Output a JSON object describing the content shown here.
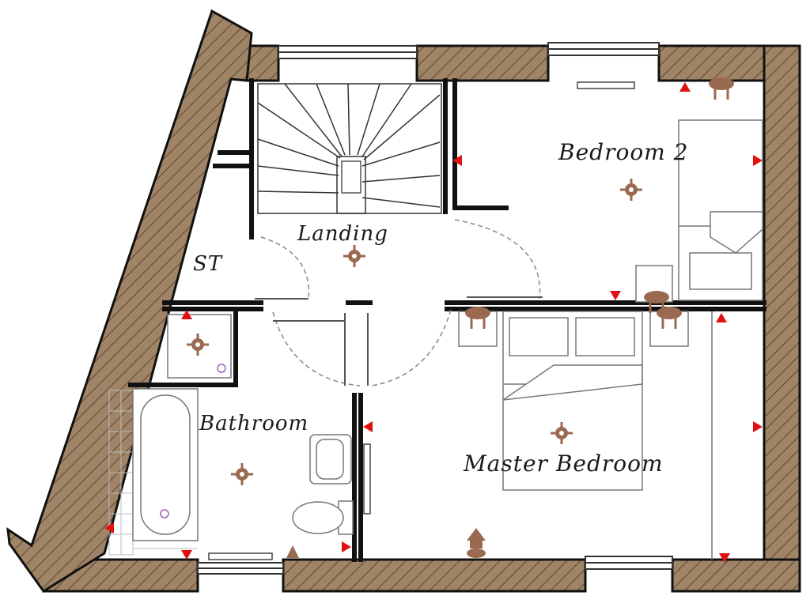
{
  "rooms": {
    "bedroom2": "Bedroom 2",
    "landing": "Landing",
    "store": "ST",
    "bathroom": "Bathroom",
    "master": "Master Bedroom"
  },
  "colors": {
    "wall_fill": "#a08466",
    "wall_hatch": "#5a4434",
    "wall_outline": "#111111",
    "fixture": "#9a6a50",
    "marker": "#e01010",
    "line": "#555555"
  },
  "icons": {
    "light_point": "ceiling-light-icon",
    "socket_marker": "socket-marker-icon",
    "radiator": "radiator-icon",
    "lamp": "bedside-lamp-icon"
  }
}
